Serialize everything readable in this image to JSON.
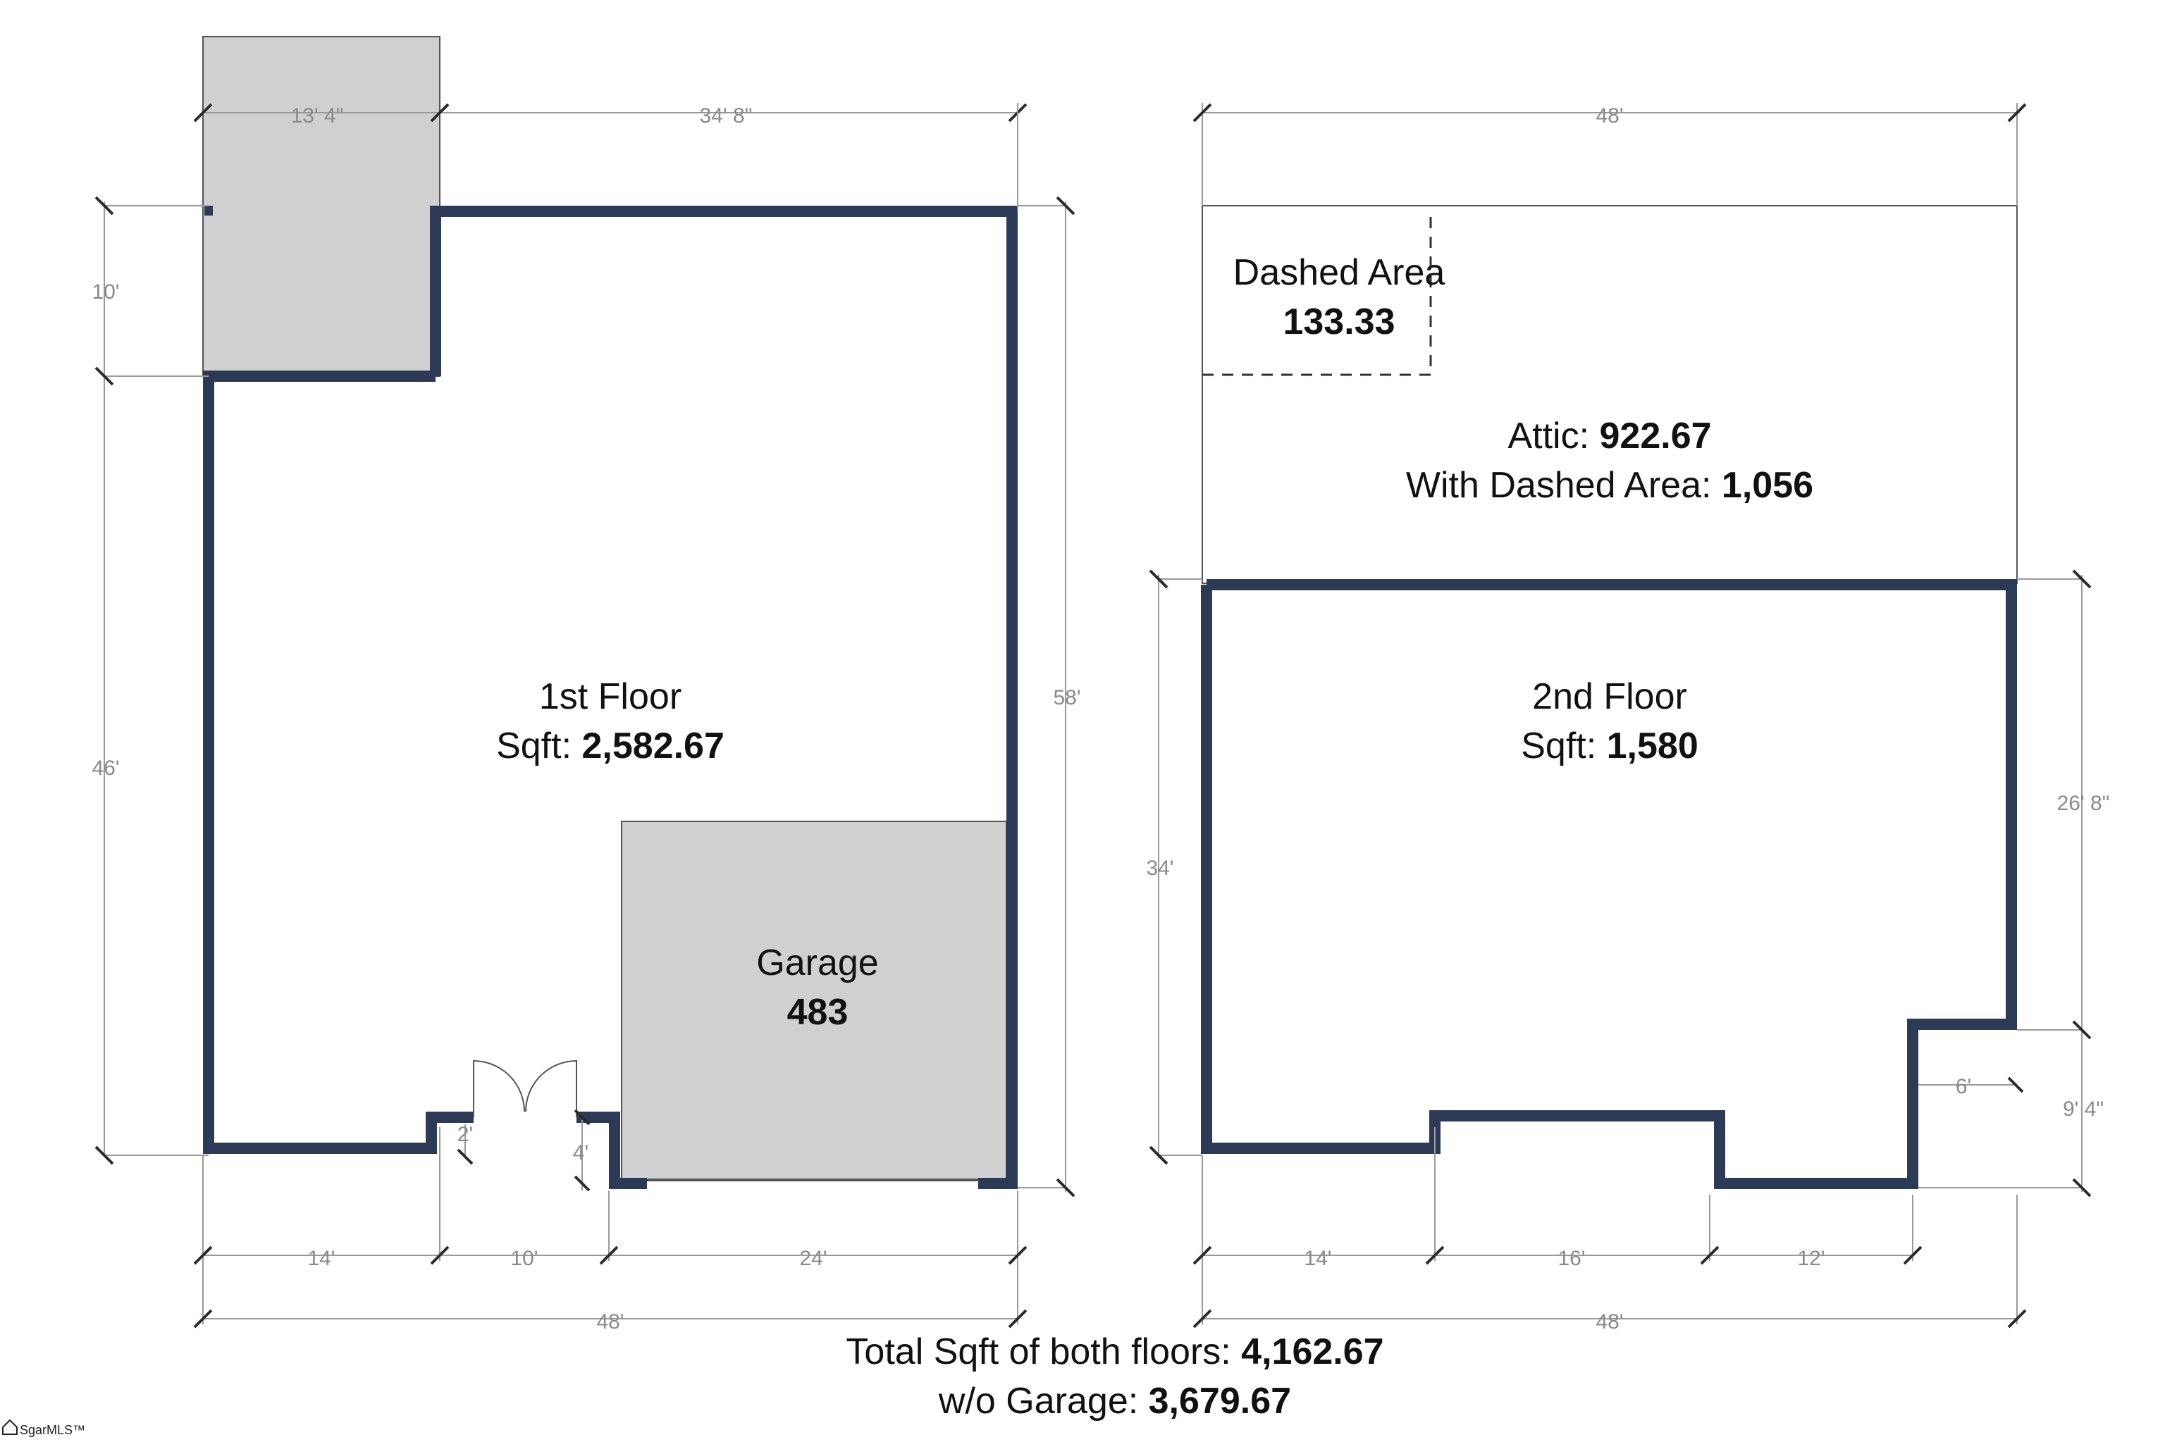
{
  "first_floor": {
    "title": "1st Floor",
    "sqft_label": "Sqft: ",
    "sqft_value": "2,582.67",
    "garage_title": "Garage",
    "garage_value": "483",
    "dims": {
      "top_left": "13' 4\"",
      "top_right": "34' 8\"",
      "left_upper": "10'",
      "left_lower": "46'",
      "right": "58'",
      "bottom_a": "14'",
      "bottom_b": "10'",
      "bottom_c": "24'",
      "bottom_total": "48'",
      "door_a": "2'",
      "door_b": "4'"
    }
  },
  "second_floor": {
    "title": "2nd Floor",
    "sqft_label": "Sqft: ",
    "sqft_value": "1,580",
    "dashed_title": "Dashed Area",
    "dashed_value": "133.33",
    "attic_label": "Attic: ",
    "attic_value": "922.67",
    "with_dashed_label": "With Dashed Area: ",
    "with_dashed_value": "1,056",
    "dims": {
      "top": "48'",
      "left": "34'",
      "right_upper": "26' 8\"",
      "right_lower": "9' 4\"",
      "notch": "6'",
      "bottom_a": "14'",
      "bottom_b": "16'",
      "bottom_c": "12'",
      "bottom_total": "48'"
    }
  },
  "totals": {
    "both_label": "Total Sqft of both floors: ",
    "both_value": "4,162.67",
    "wo_label": "w/o Garage: ",
    "wo_value": "3,679.67"
  },
  "logo": {
    "text": "SgarMLS™",
    "icon": "house-logo-icon"
  }
}
